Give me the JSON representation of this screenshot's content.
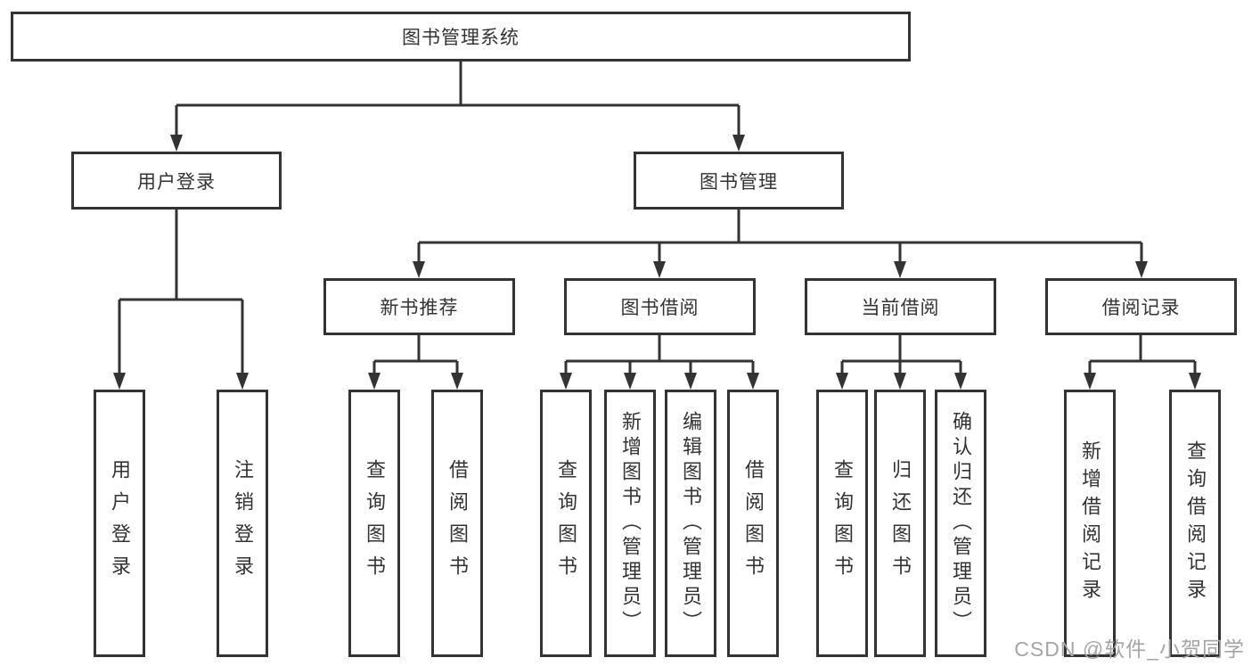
{
  "tree": {
    "root": "图书管理系统",
    "branches": [
      {
        "label": "用户登录",
        "children": [
          "用户登录",
          "注销登录"
        ]
      },
      {
        "label": "图书管理",
        "children": [
          {
            "label": "新书推荐",
            "children": [
              "查询图书",
              "借阅图书"
            ]
          },
          {
            "label": "图书借阅",
            "children": [
              "查询图书",
              "新增图书（管理员）",
              "编辑图书（管理员）",
              "借阅图书"
            ]
          },
          {
            "label": "当前借阅",
            "children": [
              "查询图书",
              "归还图书",
              "确认归还（管理员）"
            ]
          },
          {
            "label": "借阅记录",
            "children": [
              "新增借阅记录",
              "查询借阅记录"
            ]
          }
        ]
      }
    ]
  },
  "watermark": {
    "text": "CSDN @软件_小贺同学",
    "color": "#a5a5a5"
  },
  "colors": {
    "line": "#333333",
    "box_fill": "#ffffff",
    "text": "#333333",
    "background": "#ffffff"
  }
}
